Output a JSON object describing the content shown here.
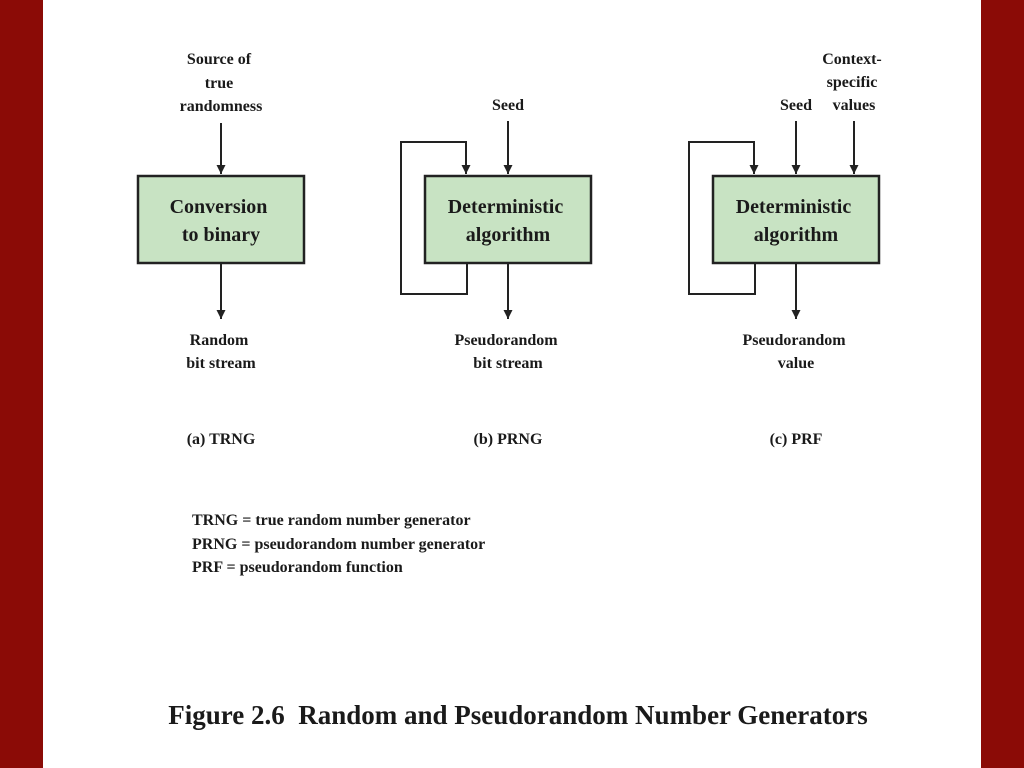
{
  "colors": {
    "frame": "#8b0b06",
    "page": "#ffffff",
    "box_fill": "#c8e3c3",
    "line": "#222222"
  },
  "panels": {
    "a": {
      "inputs": {
        "source": [
          "Source of",
          "true",
          "randomness"
        ]
      },
      "box": [
        "Conversion",
        "to binary"
      ],
      "output": [
        "Random",
        "bit stream"
      ],
      "label": "(a) TRNG"
    },
    "b": {
      "inputs": {
        "seed": [
          "Seed"
        ]
      },
      "box": [
        "Deterministic",
        "algorithm"
      ],
      "output": [
        "Pseudorandom",
        "bit stream"
      ],
      "label": "(b) PRNG"
    },
    "c": {
      "inputs": {
        "seed": [
          "Seed"
        ],
        "context": [
          "Context-",
          "specific",
          "values"
        ]
      },
      "box": [
        "Deterministic",
        "algorithm"
      ],
      "output": [
        "Pseudorandom",
        "value"
      ],
      "label": "(c) PRF"
    }
  },
  "legend": [
    "TRNG = true random number generator",
    "PRNG = pseudorandom number generator",
    "PRF = pseudorandom function"
  ],
  "caption": "Figure 2.6  Random and Pseudorandom Number Generators"
}
